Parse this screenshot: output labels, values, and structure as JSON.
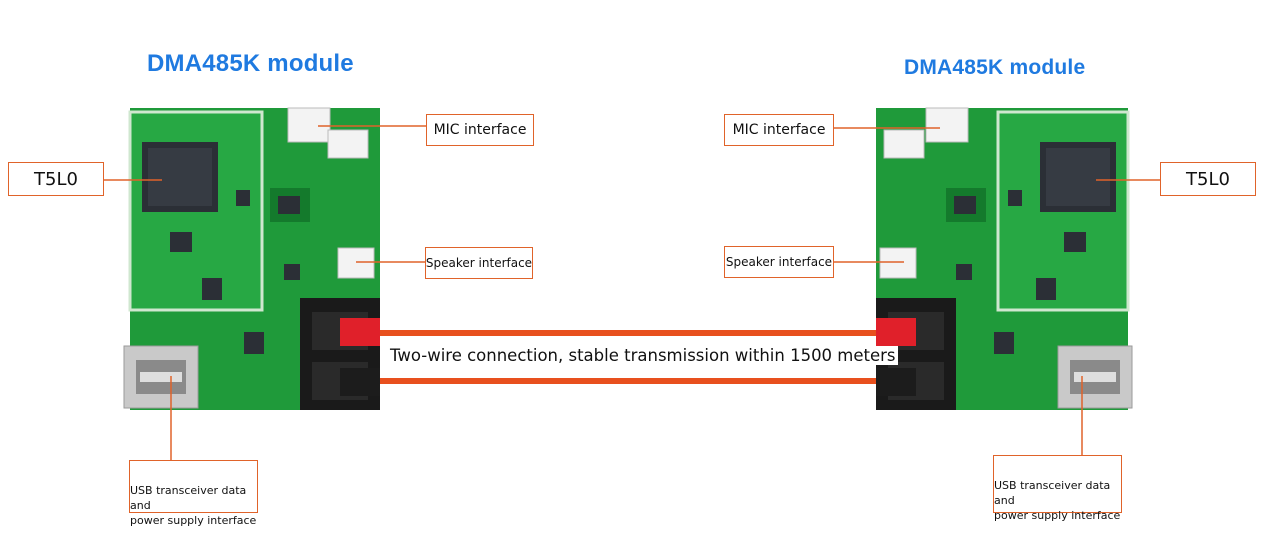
{
  "left_module": {
    "title": "DMA485K module",
    "labels": {
      "mic": "MIC interface",
      "t5l0": "T5L0",
      "speaker": "Speaker interface",
      "usb_line1": "USB transceiver data and",
      "usb_line2": "power supply interface"
    }
  },
  "right_module": {
    "title": "DMA485K module",
    "labels": {
      "mic": "MIC interface",
      "t5l0": "T5L0",
      "speaker": "Speaker interface",
      "usb_line1": "USB transceiver data and",
      "usb_line2": "power supply interface"
    }
  },
  "connection": {
    "label": "Two-wire connection, stable transmission within 1500 meters"
  },
  "colors": {
    "title_blue": "#1f7ae0",
    "accent_orange": "#e0632a",
    "wire_orange": "#e8501e",
    "pcb_green": "#1f9a3a",
    "pcb_dark": "#147a2c",
    "chip": "#2b2f36"
  }
}
